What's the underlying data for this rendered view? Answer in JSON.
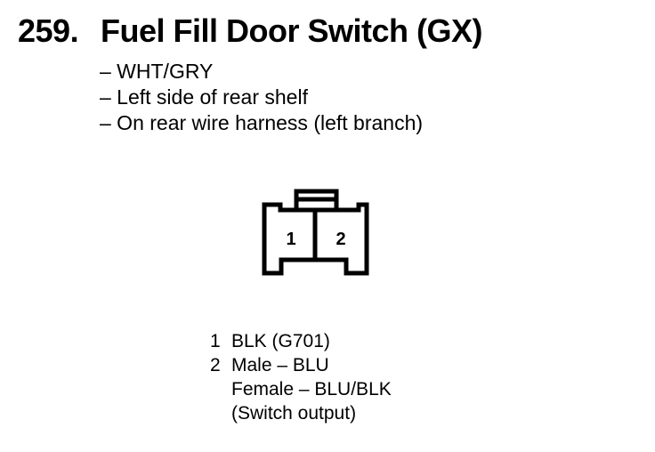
{
  "component": {
    "number": "259.",
    "title": "Fuel Fill Door Switch (GX)"
  },
  "details": [
    "– WHT/GRY",
    "– Left side of rear shelf",
    "– On rear wire harness (left branch)"
  ],
  "connector": {
    "cavity_labels": [
      "1",
      "2"
    ]
  },
  "pins": [
    {
      "number": "1",
      "lines": [
        "BLK (G701)"
      ]
    },
    {
      "number": "2",
      "lines": [
        "Male – BLU",
        "Female – BLU/BLK",
        "(Switch output)"
      ]
    }
  ]
}
